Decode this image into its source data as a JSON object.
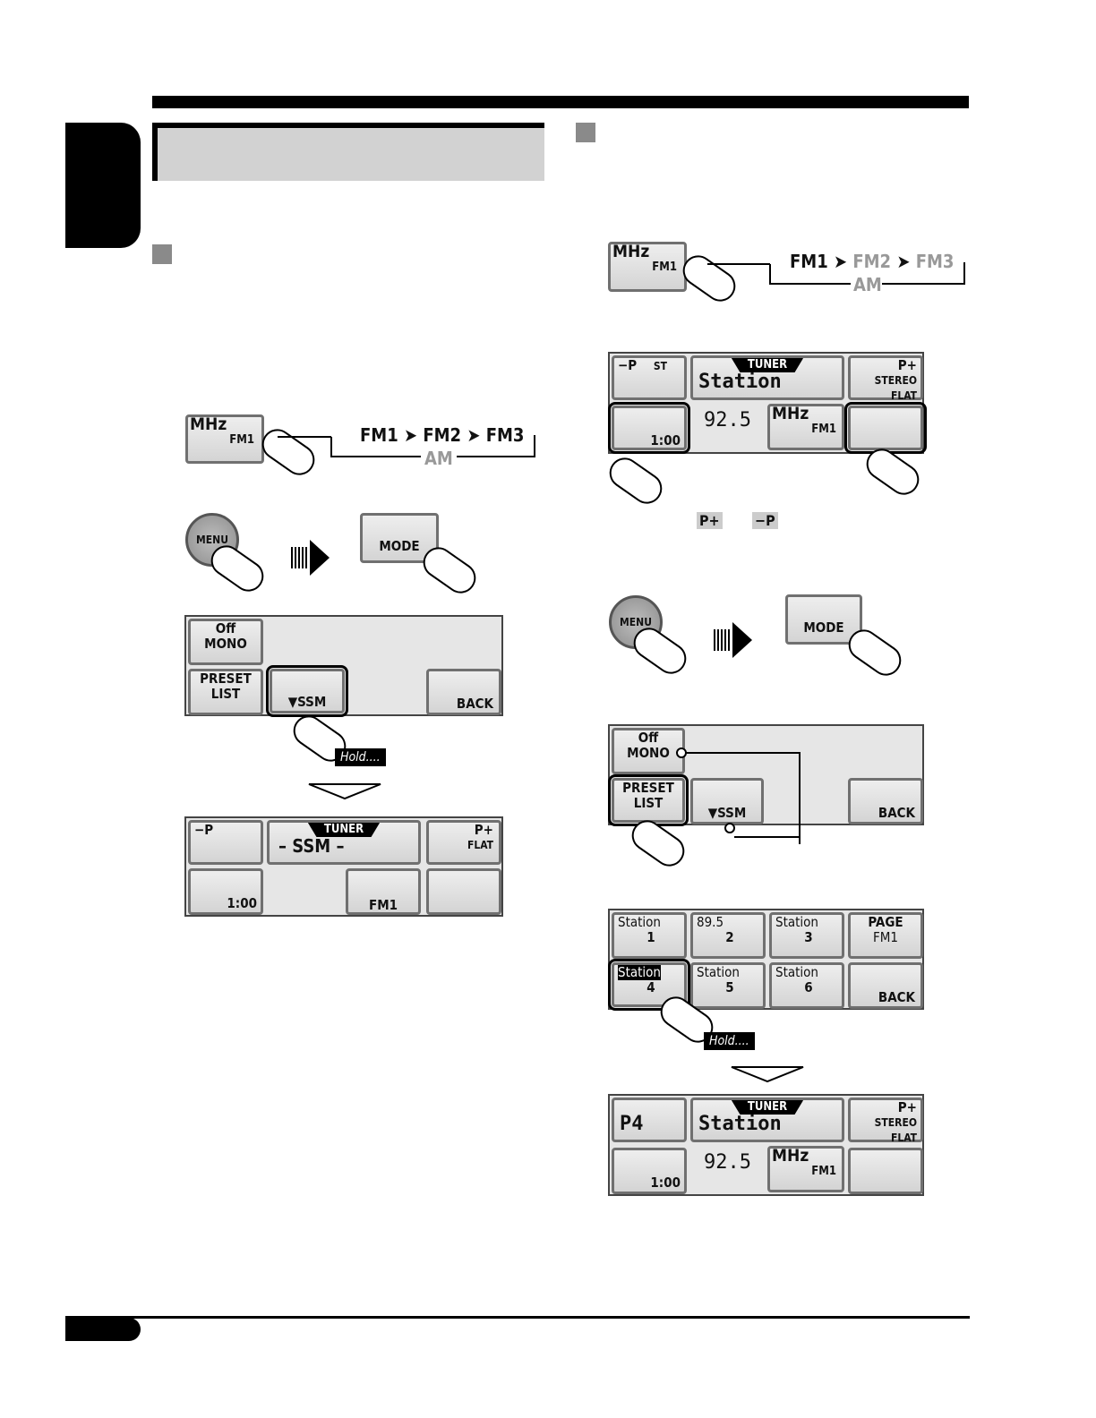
{
  "freq_btn": {
    "unit": "MHz",
    "band": "FM1"
  },
  "band_cycle": {
    "fm1": "FM1",
    "fm2": "FM2",
    "fm3": "FM3",
    "am": "AM"
  },
  "menu_btn": {
    "label": "MENU"
  },
  "mode_btn": {
    "label": "MODE"
  },
  "mode_panel": {
    "off": "Off",
    "mono": "MONO",
    "preset": "PRESET",
    "list": "LIST",
    "ssm": "▼SSM",
    "back": "BACK"
  },
  "hold_label": "Hold....",
  "ssm_screen": {
    "minus_p": "−P",
    "plus_p": "P+",
    "tuner": "TUNER",
    "text": "– SSM –",
    "flat": "FLAT",
    "time": "1:00",
    "band": "FM1"
  },
  "tuner_screen": {
    "minus_p": "−P",
    "plus_p": "P+",
    "tuner": "TUNER",
    "station": "Station",
    "stereo": "STEREO",
    "flat": "FLAT",
    "freq": "92.5",
    "unit": "MHz",
    "band": "FM1",
    "time": "1:00",
    "st": "ST"
  },
  "pbuttons": {
    "p_plus": "P+",
    "minus_p": "−P"
  },
  "preset_list": [
    {
      "name": "Station",
      "num": "1"
    },
    {
      "name": "89.5",
      "num": "2"
    },
    {
      "name": "Station",
      "num": "3"
    },
    {
      "name": "Station",
      "num": "4"
    },
    {
      "name": "Station",
      "num": "5"
    },
    {
      "name": "Station",
      "num": "6"
    }
  ],
  "preset_page": {
    "page": "PAGE",
    "band": "FM1",
    "back": "BACK"
  },
  "final_screen": {
    "preset": "P4"
  }
}
